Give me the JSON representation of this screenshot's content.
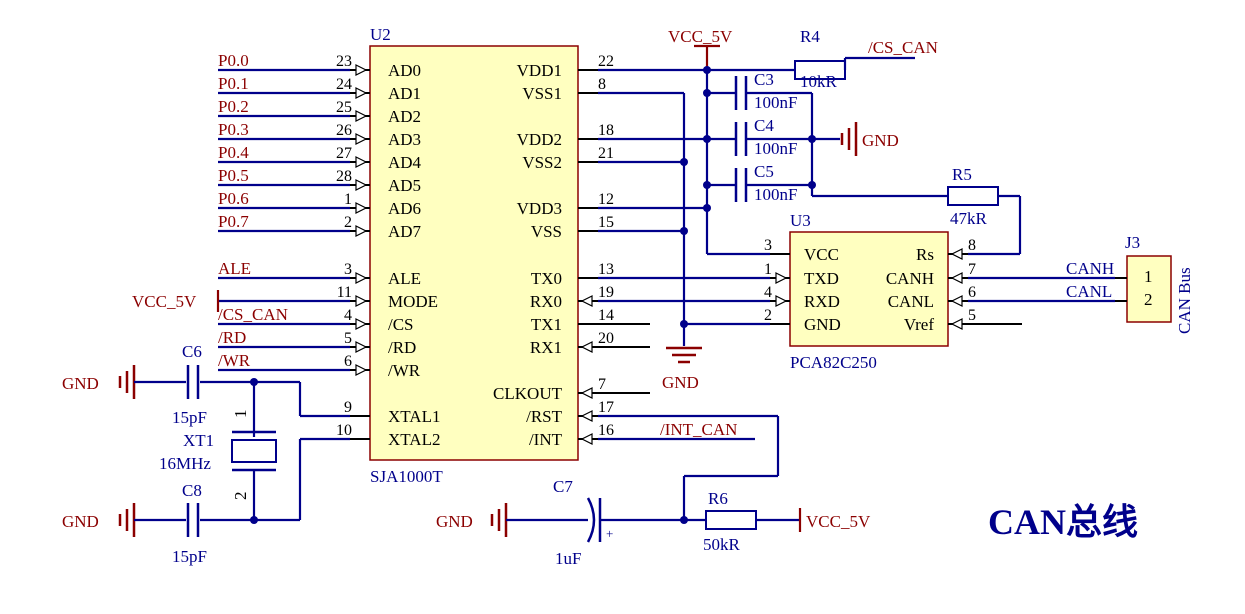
{
  "title": "CAN总线",
  "u2": {
    "ref": "U2",
    "part": "SJA1000T",
    "left_pins": [
      {
        "name": "AD0",
        "num": "23",
        "net": "P0.0"
      },
      {
        "name": "AD1",
        "num": "24",
        "net": "P0.1"
      },
      {
        "name": "AD2",
        "num": "25",
        "net": "P0.2"
      },
      {
        "name": "AD3",
        "num": "26",
        "net": "P0.3"
      },
      {
        "name": "AD4",
        "num": "27",
        "net": "P0.4"
      },
      {
        "name": "AD5",
        "num": "28",
        "net": "P0.5"
      },
      {
        "name": "AD6",
        "num": "1",
        "net": "P0.6"
      },
      {
        "name": "AD7",
        "num": "2",
        "net": "P0.7"
      },
      {
        "name": "ALE",
        "num": "3",
        "net": "ALE"
      },
      {
        "name": "MODE",
        "num": "11",
        "net": "VCC_5V"
      },
      {
        "name": "/CS",
        "num": "4",
        "net": "/CS_CAN"
      },
      {
        "name": "/RD",
        "num": "5",
        "net": "/RD"
      },
      {
        "name": "/WR",
        "num": "6",
        "net": "/WR"
      },
      {
        "name": "XTAL1",
        "num": "9",
        "net": ""
      },
      {
        "name": "XTAL2",
        "num": "10",
        "net": ""
      }
    ],
    "right_pins": [
      {
        "name": "VDD1",
        "num": "22"
      },
      {
        "name": "VSS1",
        "num": "8"
      },
      {
        "name": "VDD2",
        "num": "18"
      },
      {
        "name": "VSS2",
        "num": "21"
      },
      {
        "name": "VDD3",
        "num": "12"
      },
      {
        "name": "VSS",
        "num": "15"
      },
      {
        "name": "TX0",
        "num": "13"
      },
      {
        "name": "RX0",
        "num": "19"
      },
      {
        "name": "TX1",
        "num": "14"
      },
      {
        "name": "RX1",
        "num": "20"
      },
      {
        "name": "CLKOUT",
        "num": "7"
      },
      {
        "name": "/RST",
        "num": "17"
      },
      {
        "name": "/INT",
        "num": "16"
      }
    ]
  },
  "u3": {
    "ref": "U3",
    "part": "PCA82C250",
    "left_pins": [
      {
        "name": "VCC",
        "num": "3"
      },
      {
        "name": "TXD",
        "num": "1"
      },
      {
        "name": "RXD",
        "num": "4"
      },
      {
        "name": "GND",
        "num": "2"
      }
    ],
    "right_pins": [
      {
        "name": "Rs",
        "num": "8"
      },
      {
        "name": "CANH",
        "num": "7"
      },
      {
        "name": "CANL",
        "num": "6"
      },
      {
        "name": "Vref",
        "num": "5"
      }
    ]
  },
  "j3": {
    "ref": "J3",
    "part": "CAN Bus",
    "pins": [
      "1",
      "2"
    ],
    "nets": [
      "CANH",
      "CANL"
    ]
  },
  "components": {
    "r4": {
      "ref": "R4",
      "value": "10kR"
    },
    "r5": {
      "ref": "R5",
      "value": "47kR"
    },
    "r6": {
      "ref": "R6",
      "value": "50kR"
    },
    "c3": {
      "ref": "C3",
      "value": "100nF"
    },
    "c4": {
      "ref": "C4",
      "value": "100nF"
    },
    "c5": {
      "ref": "C5",
      "value": "100nF"
    },
    "c6": {
      "ref": "C6",
      "value": "15pF"
    },
    "c7": {
      "ref": "C7",
      "value": "1uF",
      "polarity": "+"
    },
    "c8": {
      "ref": "C8",
      "value": "15pF"
    },
    "xt1": {
      "ref": "XT1",
      "value": "16MHz",
      "pin1": "1",
      "pin2": "2"
    }
  },
  "nets": {
    "vcc": "VCC_5V",
    "gnd": "GND",
    "cs_can": "/CS_CAN",
    "int_can": "/INT_CAN"
  },
  "colors": {
    "wire": "#00008b",
    "net_label": "#8b0000",
    "ic_fill": "#ffffc0",
    "ic_border": "#8b0000"
  }
}
